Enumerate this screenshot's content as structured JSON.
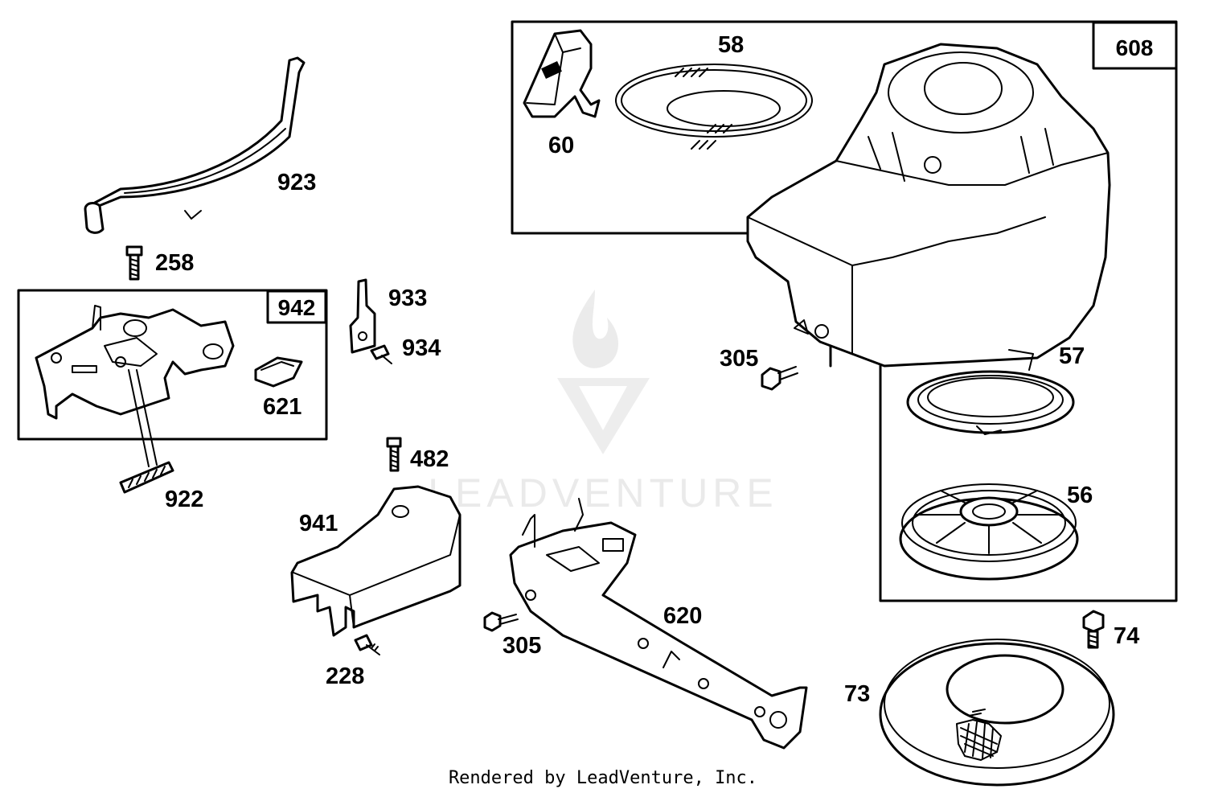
{
  "diagram": {
    "boxes": [
      {
        "id": "608",
        "label": "608"
      },
      {
        "id": "942",
        "label": "942"
      }
    ],
    "parts": [
      {
        "id": "923",
        "label": "923"
      },
      {
        "id": "258",
        "label": "258"
      },
      {
        "id": "933",
        "label": "933"
      },
      {
        "id": "934",
        "label": "934"
      },
      {
        "id": "621",
        "label": "621"
      },
      {
        "id": "922",
        "label": "922"
      },
      {
        "id": "482",
        "label": "482"
      },
      {
        "id": "941",
        "label": "941"
      },
      {
        "id": "228",
        "label": "228"
      },
      {
        "id": "305a",
        "label": "305"
      },
      {
        "id": "620",
        "label": "620"
      },
      {
        "id": "58",
        "label": "58"
      },
      {
        "id": "60",
        "label": "60"
      },
      {
        "id": "305b",
        "label": "305"
      },
      {
        "id": "57",
        "label": "57"
      },
      {
        "id": "56",
        "label": "56"
      },
      {
        "id": "74",
        "label": "74"
      },
      {
        "id": "73",
        "label": "73"
      }
    ],
    "watermark": "LEADVENTURE",
    "footer": "Rendered by LeadVenture, Inc."
  }
}
